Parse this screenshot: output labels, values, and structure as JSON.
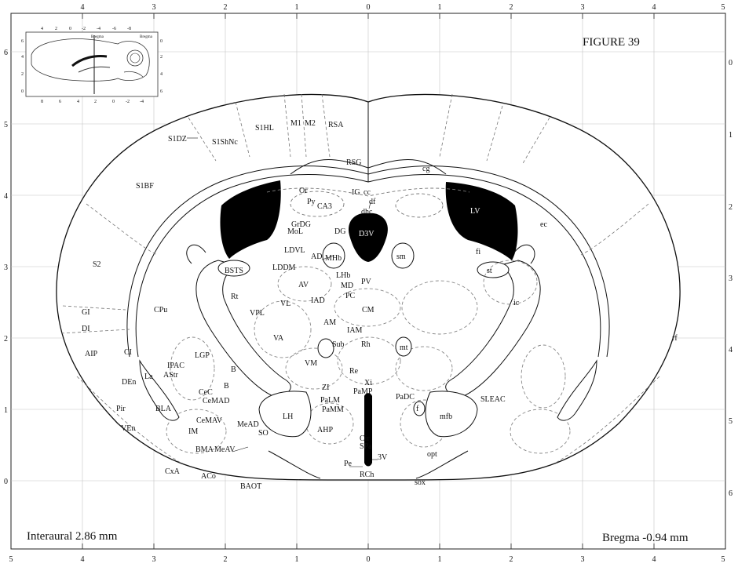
{
  "figure_label": "FIGURE 39",
  "interaural": "Interaural 2.86 mm",
  "bregma": "Bregma -0.94 mm",
  "top_ticks": [
    "4",
    "3",
    "2",
    "1",
    "0",
    "1",
    "2",
    "3",
    "4",
    "5"
  ],
  "bottom_ticks": [
    "5",
    "4",
    "3",
    "2",
    "1",
    "0",
    "1",
    "2",
    "3",
    "4",
    "5"
  ],
  "left_ticks": [
    "6",
    "5",
    "4",
    "3",
    "2",
    "1",
    "0"
  ],
  "right_ticks": [
    "0",
    "1",
    "2",
    "3",
    "4",
    "5",
    "6"
  ],
  "inset": {
    "bregma_tag": "Bregma",
    "top_ticks": [
      "4",
      "2",
      "0",
      "-2",
      "-4",
      "-6",
      "-8"
    ],
    "bottom_ticks": [
      "8",
      "6",
      "4",
      "2",
      "0",
      "-2",
      "-4"
    ],
    "left_ticks": [
      "6",
      "4",
      "2",
      "0"
    ],
    "right_ticks": [
      "0",
      "2",
      "4",
      "6"
    ]
  },
  "labels": {
    "S1HL": "S1HL",
    "M1": "M1",
    "M2": "M2",
    "RSA": "RSA",
    "S1DZ": "S1DZ",
    "S1ShNc": "S1ShNc",
    "RSG": "RSG",
    "cg": "cg",
    "S1BF": "S1BF",
    "IG": "IG",
    "cc": "cc",
    "Or": "Or",
    "Py": "Py",
    "CA3": "CA3",
    "df": "df",
    "dhc": "dhc",
    "LV": "LV",
    "ec": "ec",
    "GrDG": "GrDG",
    "MoL": "MoL",
    "DG": "DG",
    "D3V": "D3V",
    "S2": "S2",
    "LDVL": "LDVL",
    "AD": "AD",
    "MHb": "MHb",
    "sm": "sm",
    "fi": "fi",
    "BSTS": "BSTS",
    "LDDM": "LDDM",
    "LHb": "LHb",
    "st": "st",
    "AV": "AV",
    "MD": "MD",
    "PV": "PV",
    "Rt": "Rt",
    "PC": "PC",
    "ic": "ic",
    "CPu": "CPu",
    "VL": "VL",
    "IAD": "IAD",
    "CM": "CM",
    "GI": "GI",
    "VPL": "VPL",
    "AM": "AM",
    "DI": "DI",
    "IAM": "IAM",
    "VA": "VA",
    "rf": "rf",
    "Sub": "Sub",
    "Rh": "Rh",
    "mt": "mt",
    "AIP": "AIP",
    "CI": "CI",
    "LGP": "LGP",
    "VM": "VM",
    "IPAC": "IPAC",
    "Re": "Re",
    "AStr": "AStr",
    "La": "La",
    "DEn": "DEn",
    "B1": "B",
    "ZI": "ZI",
    "Xi": "Xi",
    "B2": "B",
    "PaMP": "PaMP",
    "PaDC": "PaDC",
    "CeC": "CeC",
    "PaLM": "PaLM",
    "CeMAD": "CeMAD",
    "SLEAC": "SLEAC",
    "Pir": "Pir",
    "BLA": "BLA",
    "PaMM": "PaMM",
    "f": "f",
    "mfb": "mfb",
    "LH": "LH",
    "CeMAV": "CeMAV",
    "MeAD": "MeAD",
    "VEn": "VEn",
    "IM": "IM",
    "AHP": "AHP",
    "SO": "SO",
    "Cir": "Cir",
    "SPa": "SPa",
    "BMA": "BMA",
    "MeAV": "MeAV",
    "3V": "3V",
    "opt": "opt",
    "CxA": "CxA",
    "Pe": "Pe",
    "ACo": "ACo",
    "RCh": "RCh",
    "sox": "sox",
    "BAOT": "BAOT"
  }
}
